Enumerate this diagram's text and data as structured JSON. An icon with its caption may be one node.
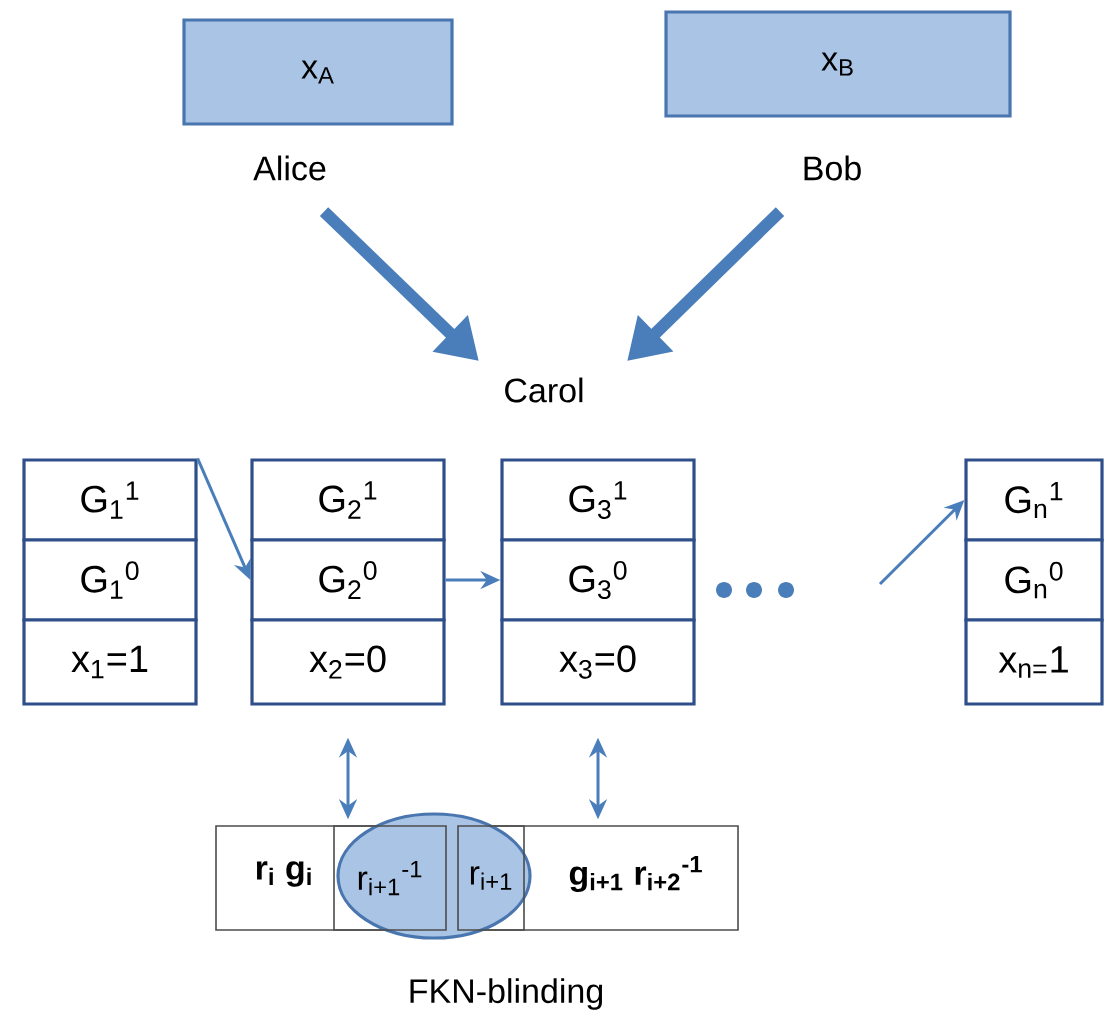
{
  "diagram": {
    "nodes": [
      {
        "text": [
          "x$_{A}$"
        ],
        "beside": [
          "Alice"
        ]
      },
      {
        "text": [
          "x$_{B}$"
        ],
        "beside": [
          "Bob"
        ]
      },
      {
        "text": [
          "Carol"
        ]
      },
      {
        "text": [
          "G$_{1}$$^{1}$"
        ]
      },
      {
        "text": [
          "G$_{1}$$^{0}$"
        ]
      },
      {
        "text": [
          "x$_{1}$=1"
        ]
      },
      {
        "text": [
          "G$_{2}$$^{1}$"
        ]
      },
      {
        "text": [
          "G$_{2}$$^{0}$"
        ]
      },
      {
        "text": [
          "x$_{2}$=0"
        ]
      },
      {
        "text": [
          "G$_{3}$$^{1}$"
        ]
      },
      {
        "text": [
          "G$_{3}$$^{0}$"
        ]
      },
      {
        "text": [
          "x$_{3}$=0"
        ]
      },
      {
        "text": [
          "G$_{n}$$^{1}$"
        ]
      },
      {
        "text": [
          "G$_{n}$$^{0}$"
        ]
      },
      {
        "text": [
          "x$_{n=}$1"
        ]
      },
      {
        "text": [
          "r$_{i}$ g$_{i}$",
          "g$_{i+1}$ r$_{i+2}$$^{-1}$"
        ]
      },
      {
        "text": [],
        "shape": "ellipse",
        "beside": [
          "FKN-blinding"
        ]
      },
      {
        "text": [
          "r$_{i+1}$$^{-1}$"
        ],
        "in": 16
      },
      {
        "text": [
          "r$_{i+1}$"
        ],
        "in": 16
      }
    ],
    "edges": [
      {
        "from": 0,
        "to": 2,
        "arrow": "to",
        "style": "thick"
      },
      {
        "from": 1,
        "to": 2,
        "arrow": "to",
        "style": "thick"
      },
      {
        "from": 3,
        "to": 7,
        "arrow": "to"
      },
      {
        "from": 7,
        "to": 10,
        "arrow": "to"
      },
      {
        "from": null,
        "to": 12,
        "arrow": "to"
      },
      {
        "from": 8,
        "to": 15,
        "arrow": "both"
      },
      {
        "from": 11,
        "to": 15,
        "arrow": "both"
      }
    ]
  }
}
